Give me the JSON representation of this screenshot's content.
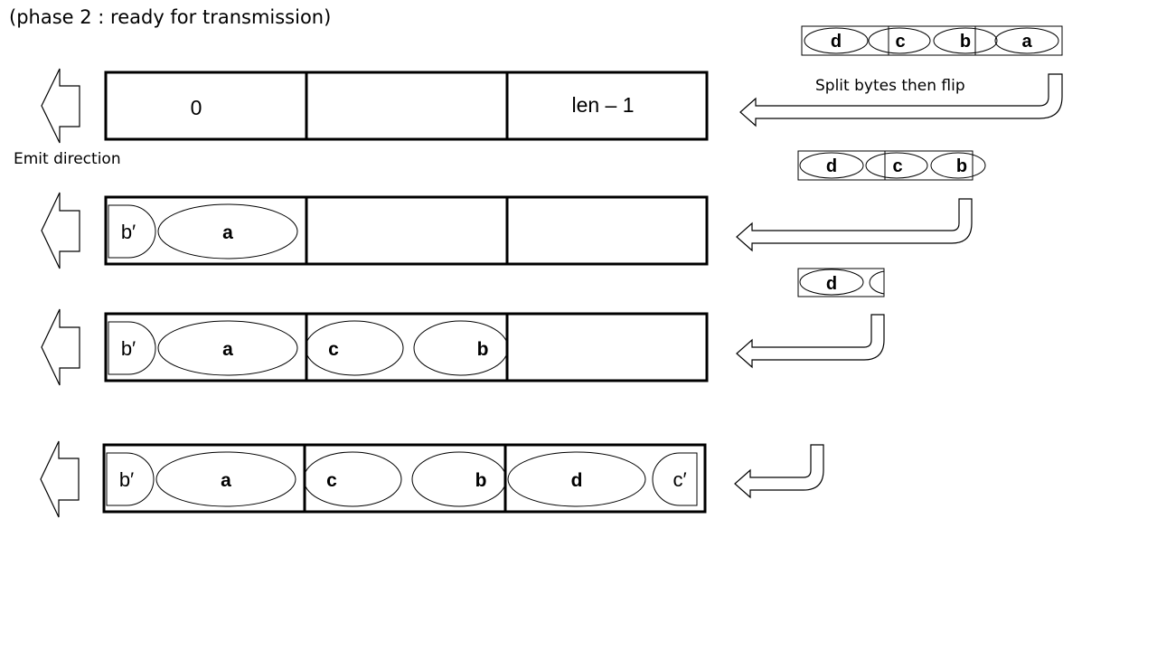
{
  "header": {
    "phase_title": "(phase 2 : ready for transmission)"
  },
  "labels": {
    "emit_direction": "Emit direction",
    "split_bytes": "Split bytes then flip"
  },
  "buffer_index": {
    "first": "0",
    "last": "len – 1"
  },
  "bytes": {
    "a": "a",
    "b": "b",
    "c": "c",
    "d": "d",
    "b_prime": "b′",
    "c_prime": "c′"
  },
  "colors": {
    "stroke": "#000000",
    "background": "#ffffff"
  }
}
